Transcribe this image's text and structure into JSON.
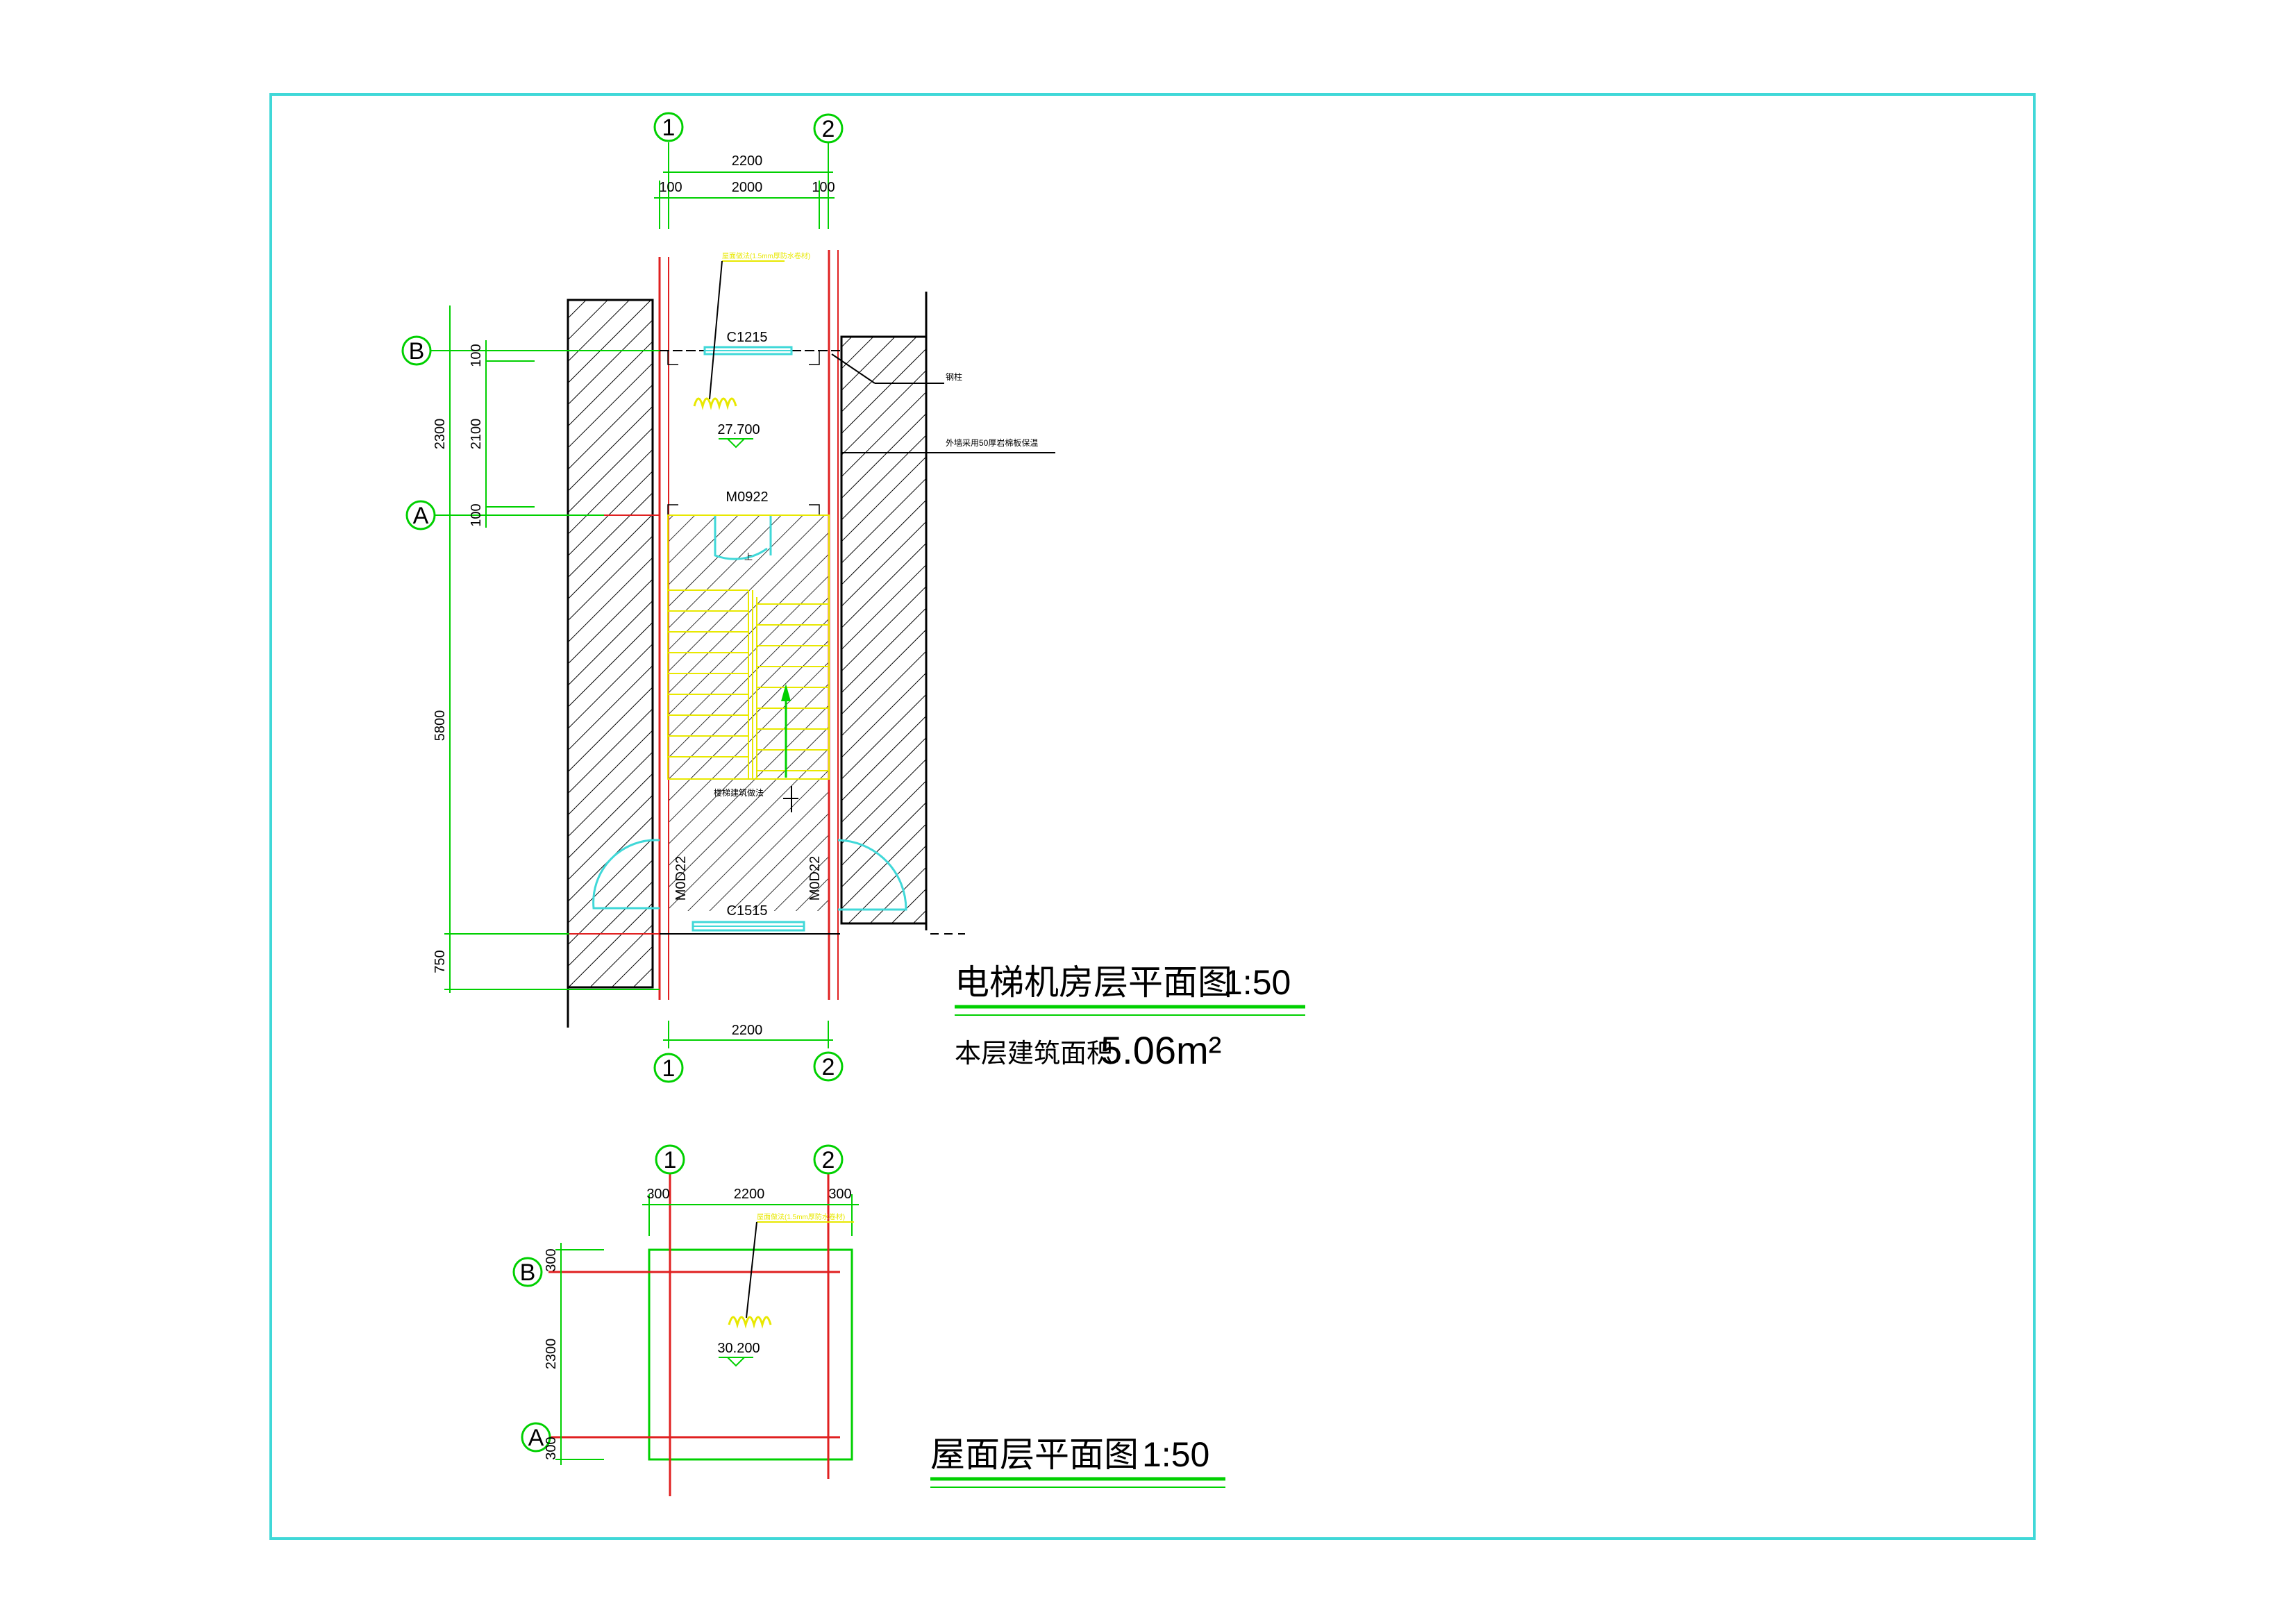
{
  "colors": {
    "frame": "#40d8d8",
    "dimension": "#00d000",
    "axis_line": "#e02020",
    "stair": "#e8e800",
    "glass": "#40d8d8",
    "wall": "#000000",
    "hatch": "#000000"
  },
  "plan1": {
    "axis_top": [
      "1",
      "2"
    ],
    "axis_bottom": [
      "1",
      "2"
    ],
    "axis_left": [
      "B",
      "A"
    ],
    "dims_top_total": "2200",
    "dims_top_parts": [
      "100",
      "2000",
      "100"
    ],
    "dims_bottom_total": "2200",
    "dims_left_outer": [
      "2300",
      "5800",
      "750"
    ],
    "dims_left_inner": [
      "100",
      "2100",
      "100"
    ],
    "window_top": "C1215",
    "window_bottom": "C1515",
    "door_top": "M0922",
    "door_left": "M0D22",
    "door_right": "M0D22",
    "elevation": "27.700",
    "note_pillar": "钢柱",
    "note_wall": "外墙采用50厚岩棉板保温",
    "note_stair": "楼梯建筑做法",
    "note_up": "上",
    "note_roof_yellow": "屋面做法(1.5mm厚防水卷材)",
    "title": "电梯机房层平面图",
    "scale": "1:50",
    "area_label": "本层建筑面积:",
    "area_value": "5.06m²"
  },
  "plan2": {
    "axis_top": [
      "1",
      "2"
    ],
    "axis_left": [
      "B",
      "A"
    ],
    "dims_top": [
      "300",
      "2200",
      "300"
    ],
    "dims_left": [
      "300",
      "2300",
      "300"
    ],
    "elevation": "30.200",
    "note_roof_yellow": "屋面做法(1.5mm厚防水卷材)",
    "title": "屋面层平面图",
    "scale": "1:50"
  }
}
